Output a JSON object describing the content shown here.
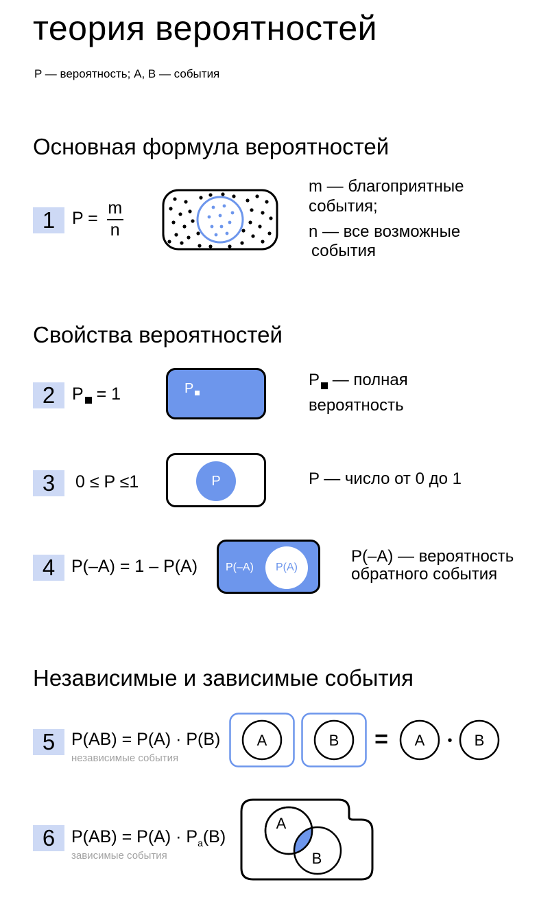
{
  "title": "теория вероятностей",
  "legend": "P — вероятность;  A, B — события",
  "sections": {
    "s1": "Основная формула вероятностей",
    "s2": "Свойства вероятностей",
    "s3": "Независимые и зависимые события"
  },
  "items": [
    {
      "num": "1",
      "f_prefix": "P =",
      "f_num": "m",
      "f_den": "n",
      "desc1": "m — благоприятные",
      "desc2": "события;",
      "desc3": "n — все возможные",
      "desc4": "события"
    },
    {
      "num": "2",
      "f_a": "P",
      "f_b": "= 1",
      "box_label": "P",
      "desc_a": "P",
      "desc_b": "— полная",
      "desc2": "вероятность"
    },
    {
      "num": "3",
      "formula": "0 ≤ P ≤1",
      "circle_label": "P",
      "desc": "P — число от 0 до 1"
    },
    {
      "num": "4",
      "formula": "P(–A) = 1 – P(A)",
      "box_label": "P(–A)",
      "circle_label": "P(A)",
      "desc1": "P(–A) — вероятность",
      "desc2": "обратного события"
    },
    {
      "num": "5",
      "formula": "P(AB) = P(A) · P(B)",
      "note": "независимые события",
      "a": "A",
      "b": "B",
      "eq": "=",
      "dot": "•"
    },
    {
      "num": "6",
      "formula_a": "P(AB) = P(A) · P",
      "formula_sub": "a",
      "formula_b": "(B)",
      "note": "зависимые события",
      "a": "A",
      "b": "B"
    }
  ],
  "colors": {
    "accent": "#6d96ec",
    "badge": "#cdd9f5",
    "note": "#a2a2a2"
  }
}
